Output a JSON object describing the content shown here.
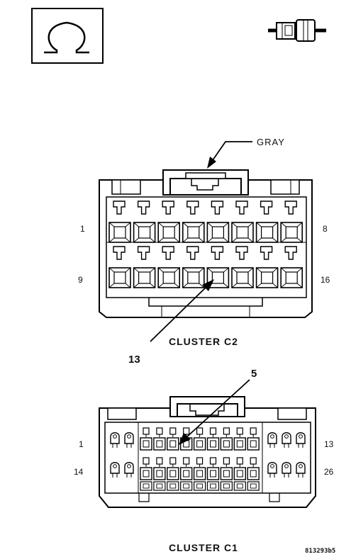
{
  "legend": {
    "omega_symbol": "ohm-resistance-icon",
    "connector_symbol": "connector-plug-icon"
  },
  "connector_c2": {
    "title": "CLUSTER C2",
    "color_label": "GRAY",
    "pin_labels": {
      "top_left": "1",
      "top_right": "8",
      "bottom_left": "9",
      "bottom_right": "16"
    },
    "callout": "13",
    "rows": 2,
    "cols": 8
  },
  "connector_c1": {
    "title": "CLUSTER C1",
    "pin_labels": {
      "top_left": "1",
      "top_right": "13",
      "bottom_left": "14",
      "bottom_right": "26"
    },
    "callout": "5",
    "rows": 2,
    "cols": 13
  },
  "figure_id": "813293b5"
}
